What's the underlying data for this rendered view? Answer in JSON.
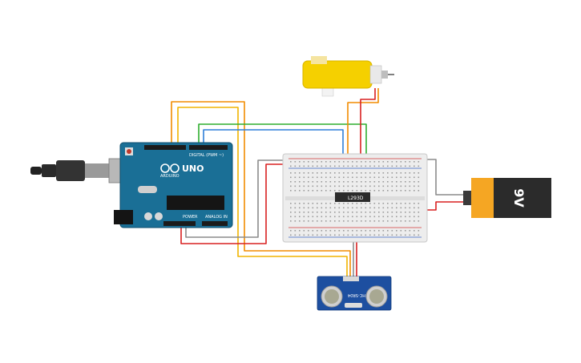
{
  "arduino": {
    "model_label": "UNO",
    "brand_label": "ARDUINO",
    "digital_label": "DIGITAL (PWM ~)",
    "power_label": "POWER",
    "analog_label": "ANALOG IN",
    "board_color": "#1a6f96"
  },
  "battery": {
    "voltage_label": "9V",
    "top_color": "#f5a623",
    "body_color": "#2b2b2b"
  },
  "driver_chip": {
    "label": "L293D"
  },
  "ultrasonic_sensor": {
    "label": "HC-SR04",
    "board_color": "#1d4fa0"
  },
  "motor": {
    "gearbox_color": "#f5d000"
  },
  "wire_colors": {
    "orange": "#f28c00",
    "yellow": "#f0b400",
    "red": "#d92121",
    "green": "#2fae2f",
    "blue": "#2f7fd9",
    "gray": "#8c8c8c"
  }
}
